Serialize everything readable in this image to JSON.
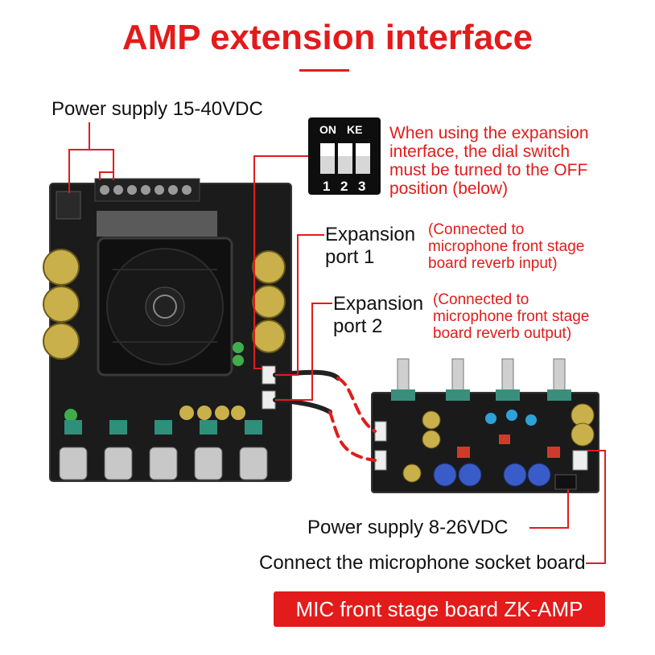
{
  "title": "AMP extension interface",
  "labels": {
    "power_main": "Power supply 15-40VDC",
    "switch_note_lines": [
      "When using the expansion",
      "interface, the dial switch",
      "must be turned to the OFF",
      "position (below)"
    ],
    "port1_lines": [
      "Expansion",
      "port 1"
    ],
    "port1_note_lines": [
      "(Connected to",
      "microphone front stage",
      "board reverb input)"
    ],
    "port2_lines": [
      "Expansion",
      "port 2"
    ],
    "port2_note_lines": [
      "(Connected to",
      "microphone front stage",
      "board reverb output)"
    ],
    "power_mic": "Power supply 8-26VDC",
    "mic_socket": "Connect the microphone socket board",
    "badge": "MIC front stage board ZK-AMP"
  },
  "dip_switch": {
    "top_labels": [
      "ON",
      "KE"
    ],
    "numbers": [
      "1",
      "2",
      "3"
    ]
  },
  "colors": {
    "accent": "#e31b1b",
    "board": "#1a1a1a",
    "text": "#111111"
  }
}
